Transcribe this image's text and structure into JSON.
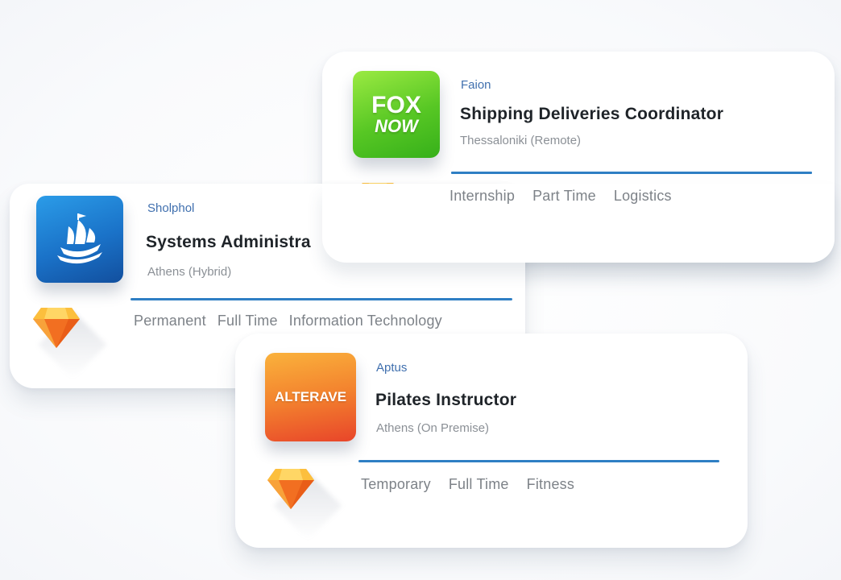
{
  "jobs": [
    {
      "company": "Faion",
      "title": "Shipping Deliveries Coordinator",
      "location": "Thessaloniki (Remote)",
      "logo_text": [
        "FOX",
        "NOW"
      ],
      "logo_colors": [
        "#8fe63a",
        "#3cb81a"
      ],
      "tags": [
        "Internship",
        "Part Time",
        "Logistics"
      ]
    },
    {
      "company": "Sholphol",
      "title": "Systems Administra",
      "location": "Athens (Hybrid)",
      "logo_icon": "sailing-ship-icon",
      "logo_colors": [
        "#1f8fe0",
        "#1456a8"
      ],
      "tags": [
        "Permanent",
        "Full Time",
        "Information Technology"
      ]
    },
    {
      "company": "Aptus",
      "title": "Pilates Instructor",
      "location": "Athens (On Premise)",
      "logo_text": [
        "ALTERAVE"
      ],
      "logo_colors": [
        "#f7a437",
        "#e8452a"
      ],
      "tags": [
        "Temporary",
        "Full Time",
        "Fitness"
      ]
    }
  ],
  "accent_color": "#2f7fc4",
  "gem_icon": "diamond-gem-icon"
}
